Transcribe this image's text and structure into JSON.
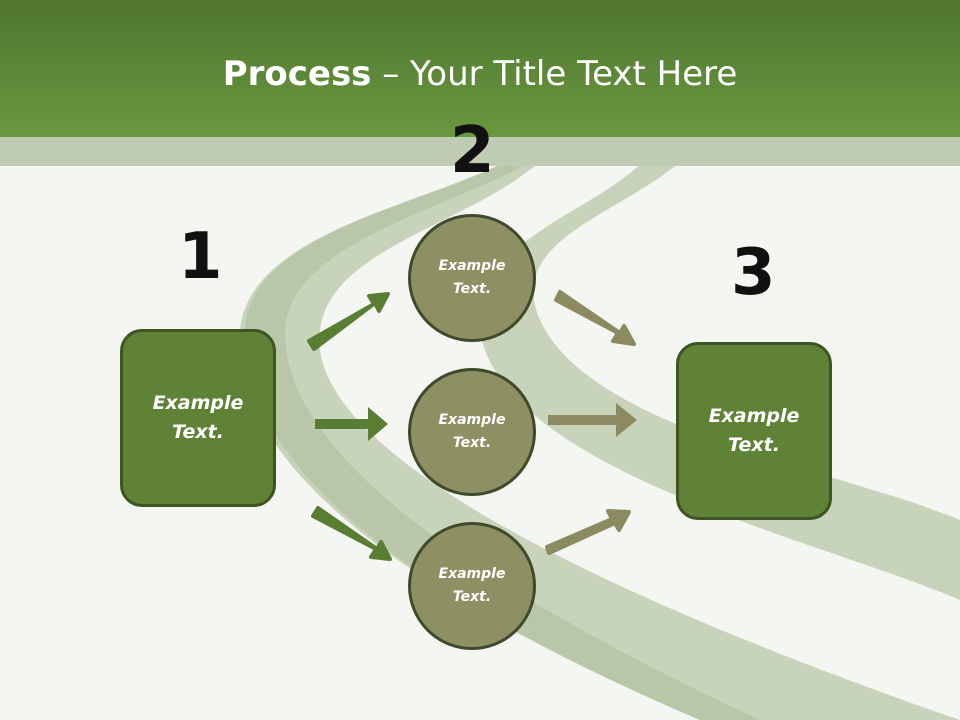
{
  "title": {
    "bold": "Process",
    "rest": " – Your Title Text Here"
  },
  "steps": [
    {
      "number": "1",
      "label": "Example Text."
    },
    {
      "number": "2",
      "label": "Example Text."
    },
    {
      "number": "3",
      "label": "Example Text."
    }
  ],
  "circles": [
    {
      "label": "Example Text."
    },
    {
      "label": "Example Text."
    },
    {
      "label": "Example Text."
    }
  ],
  "colors": {
    "header": "#5f8a38",
    "box_fill": "#5f8237",
    "circle_fill": "#8e8f63",
    "green_arrow": "#5a7d34",
    "olive_arrow": "#8b8a60"
  }
}
